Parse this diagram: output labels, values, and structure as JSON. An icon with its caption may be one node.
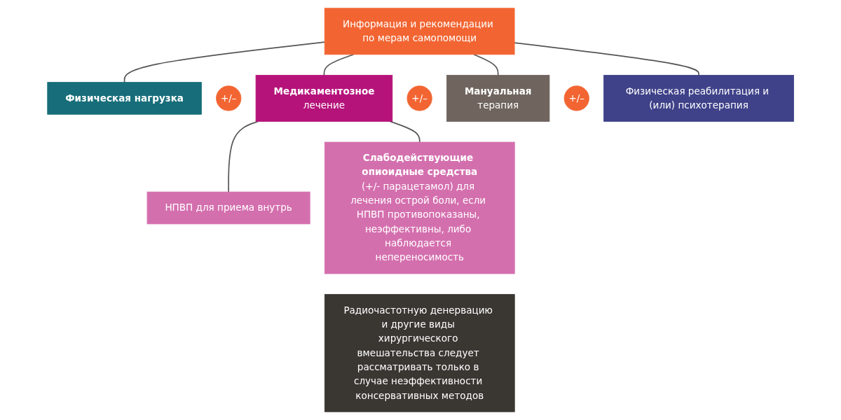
{
  "diagram": {
    "nodes": [
      {
        "text": [
          "Информация и рекомендации по мерам самопомощи"
        ]
      },
      {
        "text": [
          "Физическая нагрузка"
        ]
      },
      {
        "text": [
          "+/–"
        ]
      },
      {
        "text": [
          "Медикаментозное",
          "лечение"
        ]
      },
      {
        "text": [
          "+/–"
        ]
      },
      {
        "text": [
          "Мануальная",
          "терапия"
        ]
      },
      {
        "text": [
          "+/–"
        ]
      },
      {
        "text": [
          "Физическая реабилитация и (или) психотерапия"
        ]
      },
      {
        "text": [
          "НПВП для приема внутрь"
        ]
      },
      {
        "text": [
          "Слабодействующие опиоидные средства",
          "(+/- парацетамол) для лечения острой боли, если НПВП противопоказаны, неэффективны, либо наблюдается непереносимость"
        ]
      },
      {
        "text": [
          "Радиочастотную денервацию и другие виды хирургического вмешательства следует рассматривать только в случае неэффективности консервативных методов"
        ]
      }
    ],
    "edges": [
      {
        "from": 0,
        "to": 1,
        "arrow": "none"
      },
      {
        "from": 0,
        "to": 3,
        "arrow": "none"
      },
      {
        "from": 0,
        "to": 5,
        "arrow": "none"
      },
      {
        "from": 0,
        "to": 7,
        "arrow": "none"
      },
      {
        "from": 3,
        "to": 8,
        "arrow": "none"
      },
      {
        "from": 3,
        "to": 9,
        "arrow": "none"
      }
    ]
  }
}
